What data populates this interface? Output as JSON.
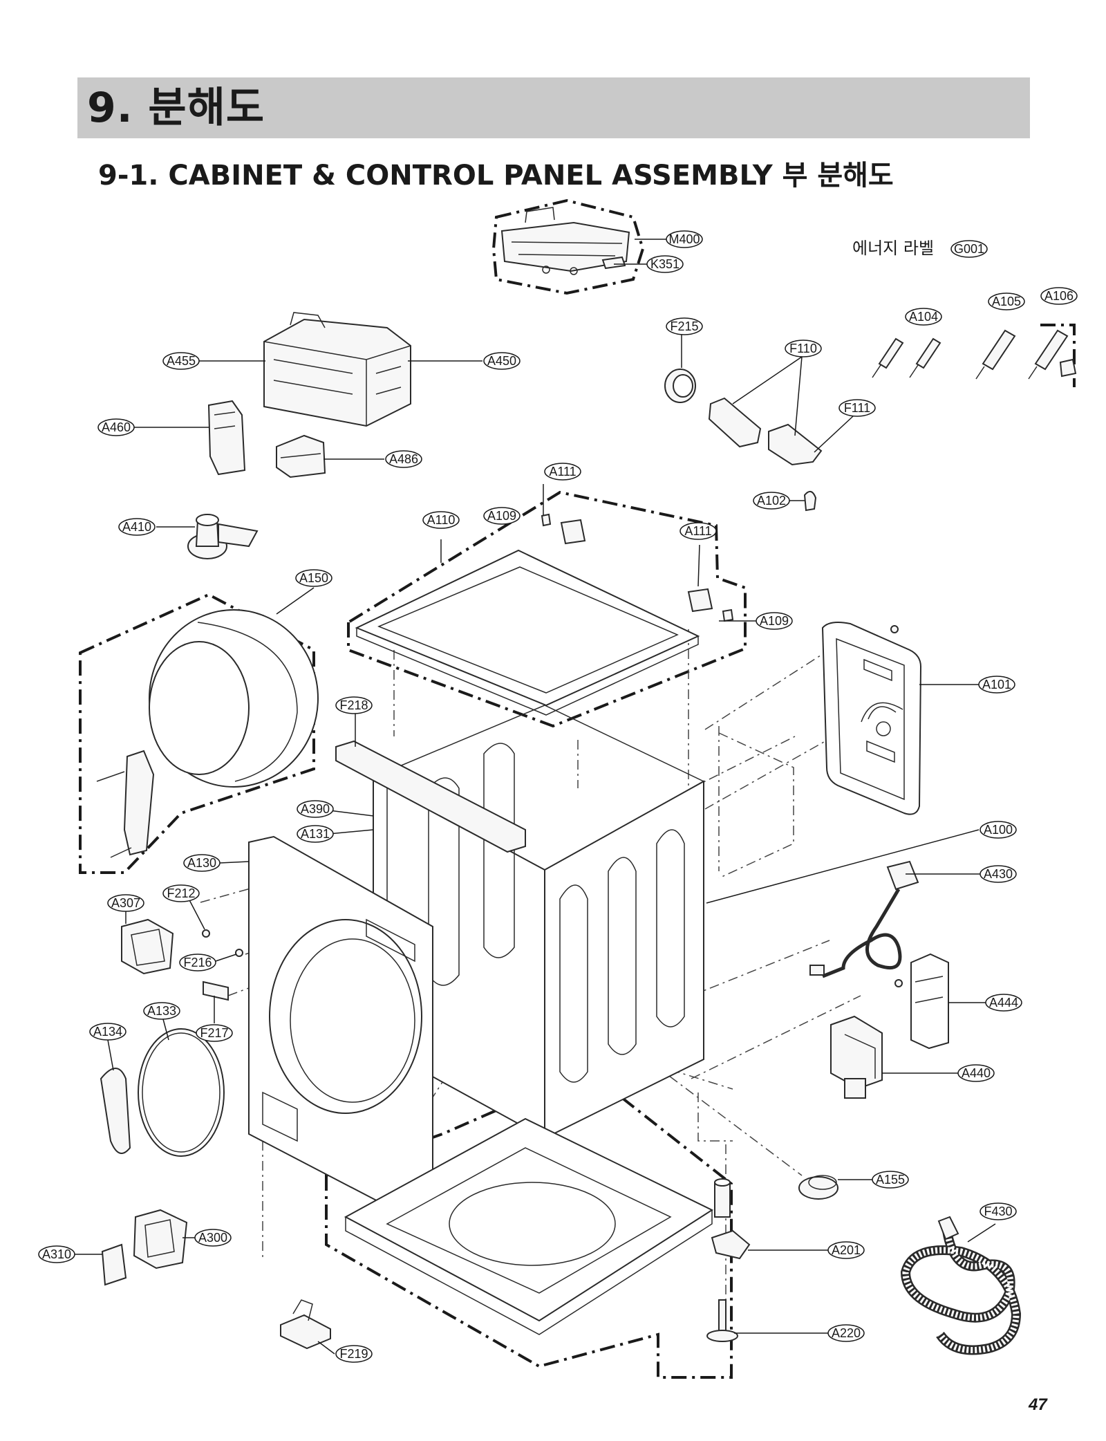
{
  "section": {
    "title": "9. 분해도"
  },
  "subsection": {
    "title": "9-1. CABINET & CONTROL PANEL ASSEMBLY 부 분해도"
  },
  "energy_label": {
    "text": "에너지 라벨"
  },
  "page_number": "47",
  "part_labels": [
    "M400",
    "K351",
    "G001",
    "A105",
    "A106",
    "A104",
    "F215",
    "F110",
    "A455",
    "A450",
    "F111",
    "A460",
    "A486",
    "A111",
    "A102",
    "A410",
    "A110",
    "A109",
    "A111",
    "A150",
    "A109",
    "A101",
    "F218",
    "A390",
    "A131",
    "A100",
    "A130",
    "A430",
    "F212",
    "A307",
    "F216",
    "A444",
    "A133",
    "A134",
    "F217",
    "A440",
    "A155",
    "F430",
    "A300",
    "A201",
    "A310",
    "A220",
    "F219"
  ]
}
